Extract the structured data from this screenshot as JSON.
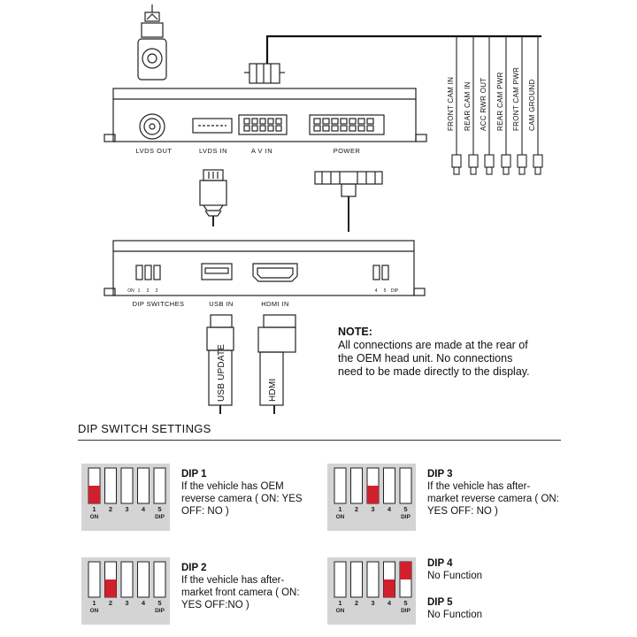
{
  "connector_labels": {
    "lvds_out": "LVDS OUT",
    "lvds_in": "LVDS IN",
    "av_in": "A V IN",
    "power": "POWER",
    "dip_switches": "DIP SWITCHES",
    "usb_in": "USB IN",
    "hdmi_in": "HDMI IN",
    "usb_update": "USB UPDATE",
    "hdmi_cable": "HDMI"
  },
  "wire_labels": [
    "FRONT CAM IN",
    "REAR CAM IN",
    "ACC RWR OUT",
    "REAR CAM PWR",
    "FRONT CAM PWR",
    "CAM GROUND"
  ],
  "unit_switch_labels": {
    "left": [
      "ON",
      "1",
      "2",
      "3"
    ],
    "right": [
      "4",
      "5",
      "DIP"
    ]
  },
  "note": {
    "heading": "NOTE:",
    "body": "All connections are made at the rear of the OEM head unit.  No connections need to be made directly to the display."
  },
  "section_title": "DIP SWITCH SETTINGS",
  "switch_panel_labels": {
    "numbers": [
      "1",
      "2",
      "3",
      "4",
      "5"
    ],
    "on": "ON",
    "dip": "DIP"
  },
  "dip_settings": [
    {
      "title": "DIP 1",
      "body": "If the vehicle has OEM reverse camera ( ON: YES OFF: NO )",
      "on": [
        1
      ],
      "up": []
    },
    {
      "title": "DIP 3",
      "body": "If the vehicle has after-market reverse camera ( ON: YES OFF: NO )",
      "on": [
        3
      ],
      "up": []
    },
    {
      "title": "DIP 2",
      "body": "If the vehicle has after-market front camera ( ON: YES OFF:NO )",
      "on": [
        2
      ],
      "up": []
    },
    {
      "title": "DIP 4",
      "body": "No Function",
      "title2": "DIP 5",
      "body2": "No Function",
      "on": [
        4
      ],
      "up": [
        5
      ]
    }
  ],
  "colors": {
    "switch_on": "#d0202e",
    "panel": "#d4d4d4",
    "line": "#222222"
  }
}
